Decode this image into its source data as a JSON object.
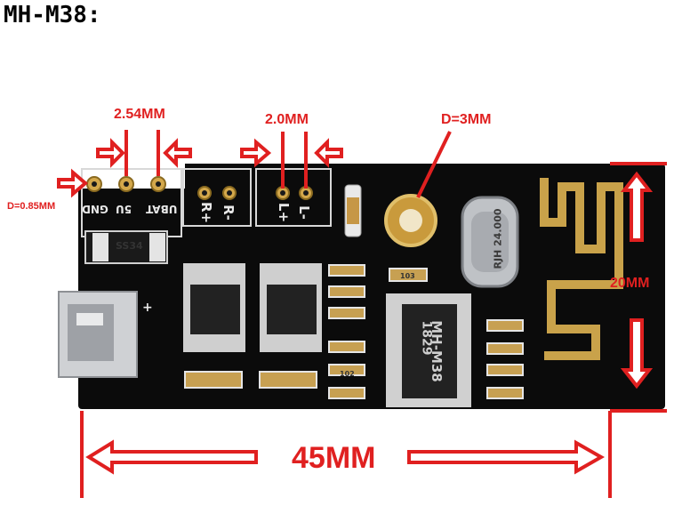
{
  "title": "MH-M38:",
  "dimensions": {
    "pin_pitch": "2.54MM",
    "pad_pitch": "2.0MM",
    "hole_diameter": "D=3MM",
    "pin_hole": "D=0.85MM",
    "height": "20MM",
    "width": "45MM"
  },
  "silkscreen": {
    "gnd": "GND",
    "v5": "5U",
    "vbat": "UBAT",
    "r_plus": "R+",
    "r_minus": "R-",
    "l_plus": "L+",
    "l_minus": "L-",
    "plus": "+",
    "diode": "SS34",
    "crystal": "RJH 24.000",
    "chip_model": "MH-M38",
    "chip_date": "1829",
    "r102": "102",
    "r103": "103"
  },
  "colors": {
    "board": "#0b0b0b",
    "dimension": "#e02020",
    "pad": "#d4a84b"
  }
}
